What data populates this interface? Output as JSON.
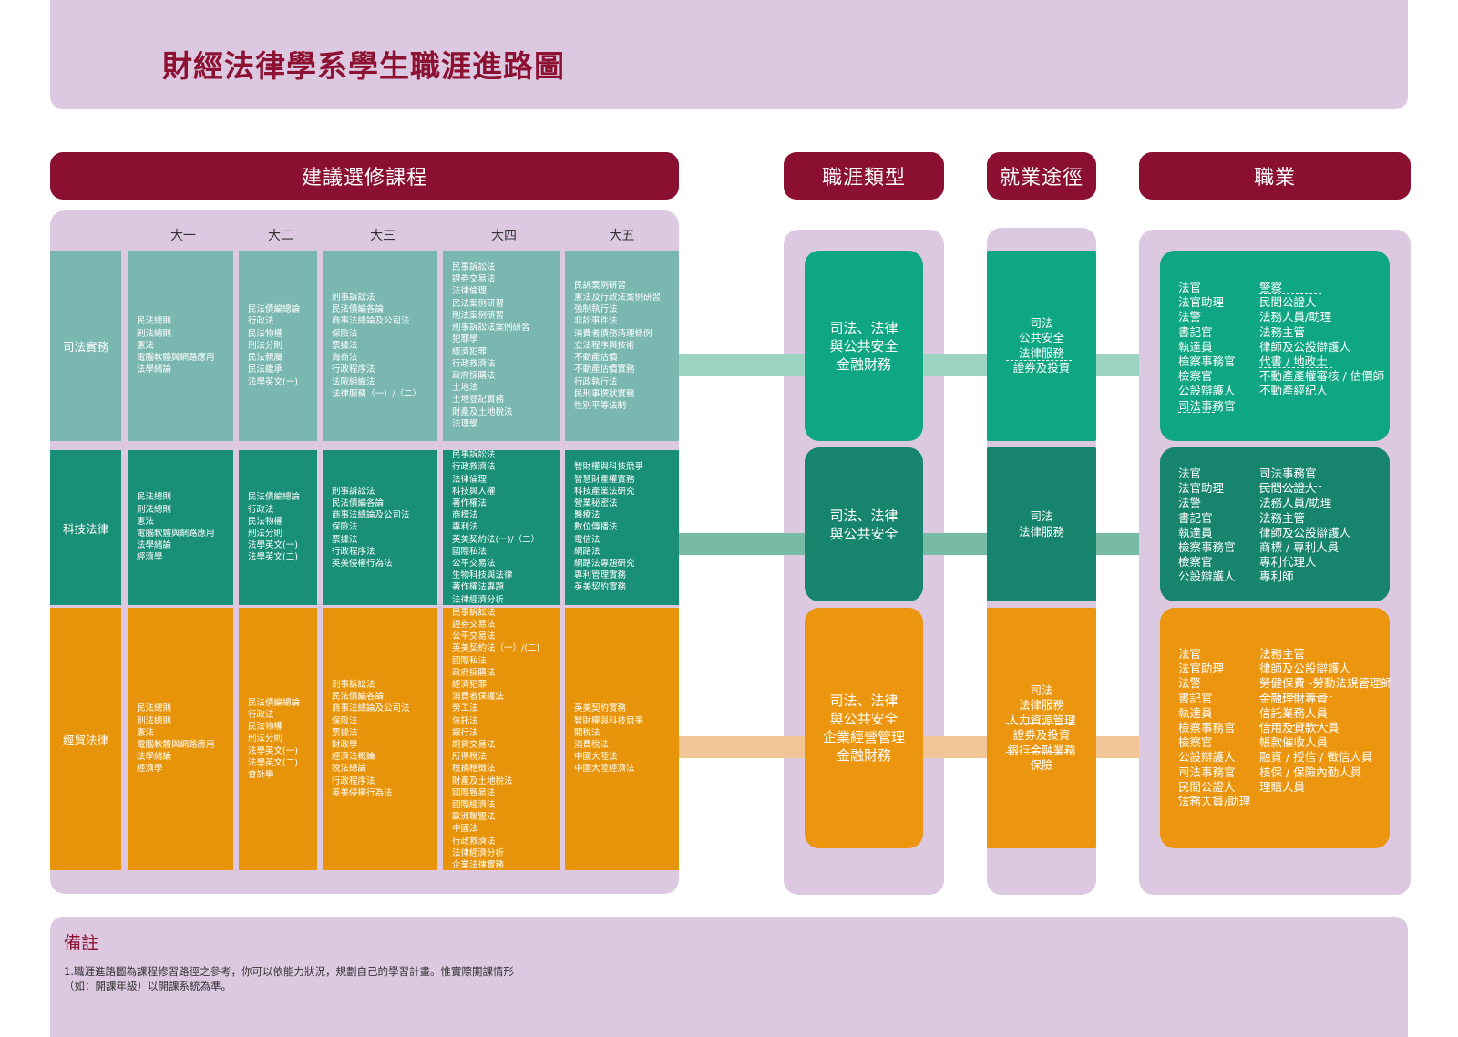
{
  "title": "財經法律學系學生職涯進路圖",
  "headers": {
    "courses": "建議選修課程",
    "career_type": "職涯類型",
    "route": "就業途徑",
    "occupation": "職業"
  },
  "years": [
    "大一",
    "大二",
    "大三",
    "大四",
    "大五"
  ],
  "colors": {
    "judicial": "#7ab7b0",
    "tech": "#1a8f78",
    "econ": "#e8940a",
    "judicial_box": "#0fa783",
    "tech_box": "#17856d",
    "econ_box": "#ec950e",
    "header": "#8a0f31",
    "lilac": "#dcc8e0"
  },
  "tracks": [
    {
      "label": "司法實務",
      "courses": [
        "民法總則\n刑法總則\n憲法\n電腦軟體與網路應用\n法學緒論",
        "民法債編總論\n行政法\n民法物權\n刑法分則\n民法親屬\n民法繼承\n法學英文(一)",
        "刑事訴訟法\n民法債編各論\n商事法總論及公司法\n保險法\n票據法\n海商法\n行政程序法\n法院組織法\n法律服務（一）/（二）",
        "民事訴訟法\n證券交易法\n法律倫理\n民法案例研習\n刑法案例研習\n刑事訴訟法案例研習\n犯罪學\n經濟犯罪\n行政救濟法\n政府採購法\n土地法\n土地登記實務\n財產及土地稅法\n法理學",
        "民訴案例研習\n憲法及行政法案例研習\n強制執行法\n非訟事件法\n消費者債務清理條例\n立法程序與技術\n不動產估價\n不動產估價實務\n行政執行法\n民刑事撰狀實務\n性別平等法制"
      ],
      "career_type": "司法、法律\n與公共安全\n金融財務",
      "route": "司法\n公共安全\n法律服務\n證券及投資",
      "jobs_left": "法官\n法官助理\n法警\n書記官\n執達員\n檢察事務官\n檢察官\n公設辯護人\n司法事務官",
      "jobs_right": "警察\n民間公證人\n法務人員/助理\n法務主管\n律師及公設辯護人\n代書 / 地政士\n不動產產權審核 / 估價師\n不動產經紀人"
    },
    {
      "label": "科技法律",
      "courses": [
        "民法總則\n刑法總則\n憲法\n電腦軟體與網路應用\n法學緒論\n經濟學",
        "民法債編總論\n行政法\n民法物權\n刑法分則\n法學英文(一)\n法學英文(二)",
        "刑事訴訟法\n民法債編各論\n商事法總論及公司法\n保險法\n票據法\n行政程序法\n英美侵權行為法",
        "民事訴訟法\n行政救濟法\n法律倫理\n科技與人權\n著作權法\n商標法\n專利法\n英美契約法(一)/（二）\n國際私法\n公平交易法\n生物科技與法律\n著作權法專題\n法律經濟分析",
        "智財權與科技競爭\n智慧財產權實務\n科技產業法研究\n營業秘密法\n醫療法\n數位傳播法\n電信法\n網路法\n網路法專題研究\n專利管理實務\n英美契約實務"
      ],
      "career_type": "司法、法律\n與公共安全",
      "route": "司法\n法律服務",
      "jobs_left": "法官\n法官助理\n法警\n書記官\n執達員\n檢察事務官\n檢察官\n公設辯護人",
      "jobs_right": "司法事務官\n民間公證人\n法務人員/助理\n法務主管\n律師及公設辯護人\n商標 / 專利人員\n專利代理人\n專利師"
    },
    {
      "label": "經貿法律",
      "courses": [
        "民法總則\n刑法總則\n憲法\n電腦軟體與網路應用\n法學緒論\n經濟學",
        "民法債編總論\n行政法\n民法物權\n刑法分則\n法學英文(一)\n法學英文(二)\n會計學",
        "刑事訴訟法\n民法債編各論\n商事法總論及公司法\n保險法\n票據法\n財政學\n經濟法概論\n稅法總論\n行政程序法\n英美侵權行為法",
        "民事訴訟法\n證券交易法\n公平交易法\n英美契約法（一）/(二)\n國際私法\n政府採購法\n經濟犯罪\n消費者保護法\n勞工法\n信託法\n銀行法\n期貨交易法\n所得稅法\n稅捐稽徵法\n財產及土地稅法\n國際貿易法\n國際經濟法\n歐洲聯盟法\n中國法\n行政救濟法\n法律經濟分析\n企業法律實務",
        "英美契約實務\n智財權與科技競爭\n關稅法\n消費稅法\n中國大陸法\n中國大陸經濟法"
      ],
      "career_type": "司法、法律\n與公共安全\n企業經營管理\n金融財務",
      "route": "司法\n法律服務\n人力資源管理\n證券及投資\n銀行金融業務\n保險",
      "jobs_left": "法官\n法官助理\n法警\n書記官\n執達員\n檢察事務官\n檢察官\n公設辯護人\n司法事務官\n民間公證人\n法務人員/助理",
      "jobs_right": "法務主管\n律師及公設辯護人\n勞健保費 -勞動法規管理師\n金融理財專員\n信託業務人員\n信用及貸款人員\n帳款催收人員\n融資 / 授信 / 徵信人員\n核保 / 保險內勤人員\n理賠人員"
    }
  ],
  "notes": {
    "title": "備註",
    "text": "1.職涯進路圖為課程修習路徑之參考，你可以依能力狀況，規劃自己的學習計畫。惟實際開課情形\n（如：開課年級）以開課系統為準。"
  }
}
